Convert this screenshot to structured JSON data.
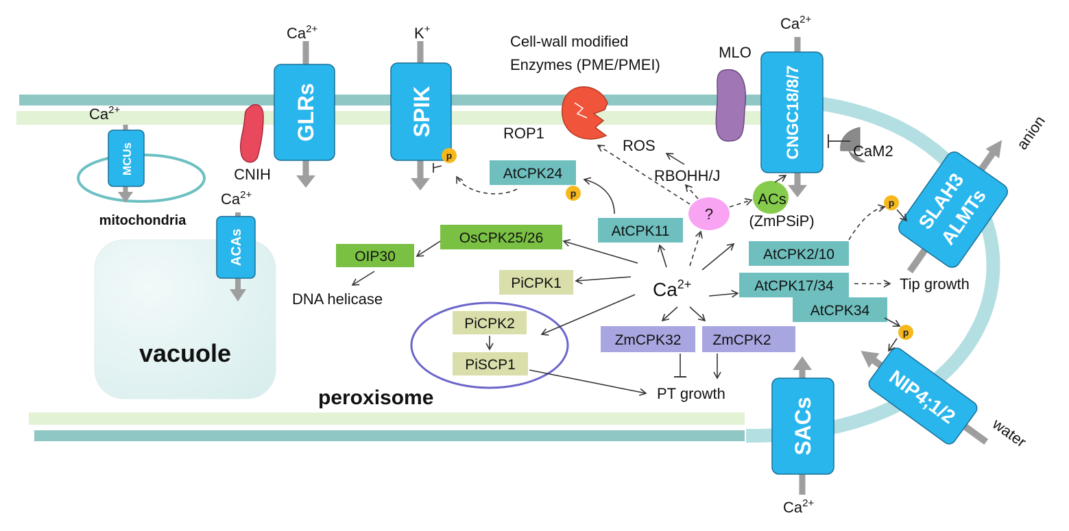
{
  "compartments": {
    "vacuole": "vacuole",
    "mitochondria": "mitochondria",
    "peroxisome": "peroxisome"
  },
  "channels": {
    "glrs": "GLRs",
    "spik": "SPIK",
    "cngc": "CNGC18/8/7",
    "mcus": "MCUs",
    "acas": "ACAs",
    "sacs": "SACs",
    "slah3": "SLAH3",
    "almts": "ALMTs",
    "nip": "NIP4;1/2"
  },
  "ions": {
    "ca_base": "Ca",
    "ca_sup": "2+",
    "k_base": "K",
    "k_sup": "+",
    "anion": "anion",
    "water": "water"
  },
  "proteins": {
    "cnih": "CNIH",
    "mlo": "MLO",
    "rop1": "ROP1",
    "cam2": "CaM2",
    "cell_wall_line1": "Cell-wall modified",
    "cell_wall_line2": "Enzymes (PME/PMEI)",
    "ros": "ROS",
    "rbohh": "RBOHH/J",
    "unknown": "?",
    "acs_line1": "ACs",
    "acs_line2": "(ZmPSiP)",
    "dna_helicase": "DNA  helicase",
    "tip_growth": "Tip growth",
    "pt_growth": "PT growth",
    "phospho": "p"
  },
  "kinases": {
    "atcpk24": "AtCPK24",
    "atcpk11": "AtCPK11",
    "oscpk": "OsCPK25/26",
    "oip30": "OIP30",
    "picpk1": "PiCPK1",
    "picpk2": "PiCPK2",
    "piscp1": "PiSCP1",
    "atcpk2": "AtCPK2/10",
    "atcpk17": "AtCPK17/34",
    "atcpk34": "AtCPK34",
    "zmcpk32": "ZmCPK32",
    "zmcpk2": "ZmCPK2"
  },
  "colors": {
    "membrane_outer": "#8fc7c4",
    "membrane_inner": "#e2f2d4",
    "channel": "#29b6ec",
    "channel_border": "#1a6f95",
    "teal_box": "#6fbfbf",
    "green_box": "#7ac143",
    "olive_box": "#d9deaa",
    "purple_box": "#a8a6e0",
    "phospho": "#f6b81b",
    "unknown": "#f9a4f2",
    "acs": "#86cc4c",
    "peroxisome_ring": "#6b65c9",
    "mito_ring": "#6cc0c2",
    "gray_arrow": "#9e9e9e"
  }
}
